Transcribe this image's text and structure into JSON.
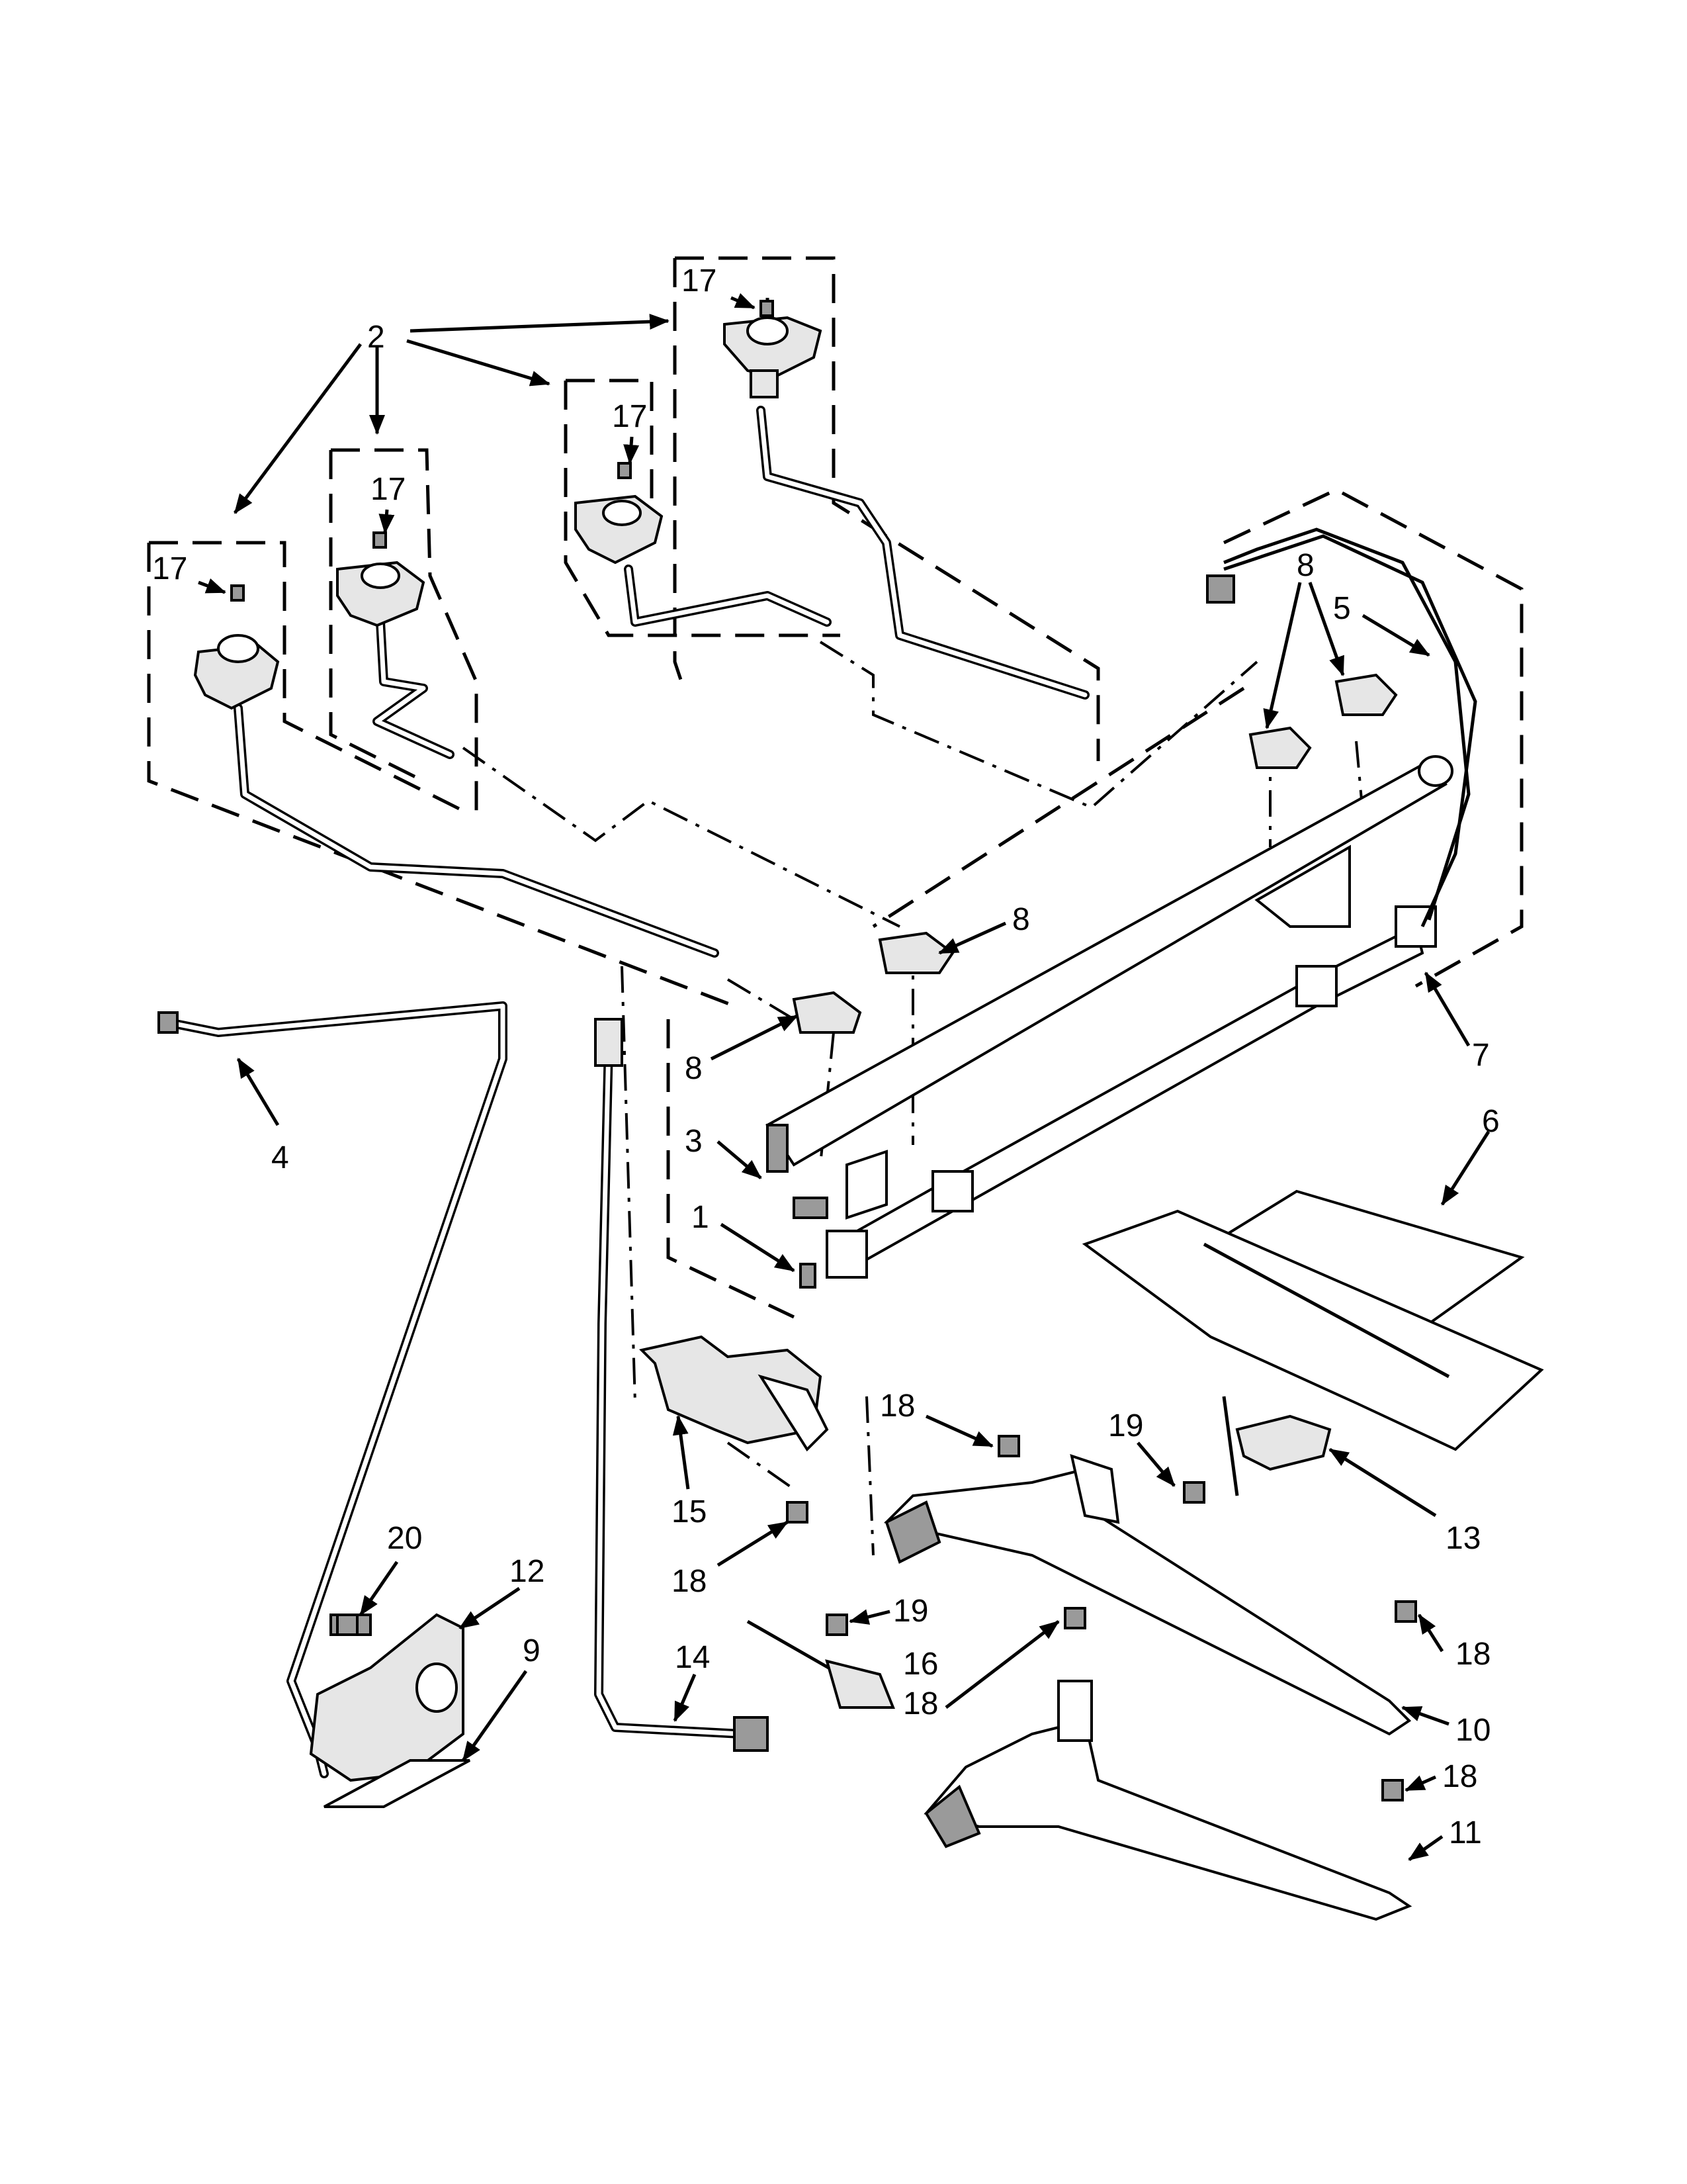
{
  "diagram": {
    "callouts": [
      {
        "id": "c-2",
        "text": "2"
      },
      {
        "id": "c-17a",
        "text": "17"
      },
      {
        "id": "c-17b",
        "text": "17"
      },
      {
        "id": "c-17c",
        "text": "17"
      },
      {
        "id": "c-17d",
        "text": "17"
      },
      {
        "id": "c-8a",
        "text": "8"
      },
      {
        "id": "c-5",
        "text": "5"
      },
      {
        "id": "c-8b",
        "text": "8"
      },
      {
        "id": "c-7",
        "text": "7"
      },
      {
        "id": "c-8c",
        "text": "8"
      },
      {
        "id": "c-4",
        "text": "4"
      },
      {
        "id": "c-3",
        "text": "3"
      },
      {
        "id": "c-6",
        "text": "6"
      },
      {
        "id": "c-1",
        "text": "1"
      },
      {
        "id": "c-18a",
        "text": "18"
      },
      {
        "id": "c-19a",
        "text": "19"
      },
      {
        "id": "c-15",
        "text": "15"
      },
      {
        "id": "c-13",
        "text": "13"
      },
      {
        "id": "c-18b",
        "text": "18"
      },
      {
        "id": "c-20",
        "text": "20"
      },
      {
        "id": "c-12",
        "text": "12"
      },
      {
        "id": "c-9",
        "text": "9"
      },
      {
        "id": "c-14",
        "text": "14"
      },
      {
        "id": "c-19b",
        "text": "19"
      },
      {
        "id": "c-16",
        "text": "16"
      },
      {
        "id": "c-18c",
        "text": "18"
      },
      {
        "id": "c-18d",
        "text": "18"
      },
      {
        "id": "c-10",
        "text": "10"
      },
      {
        "id": "c-18e",
        "text": "18"
      },
      {
        "id": "c-11",
        "text": "11"
      }
    ]
  }
}
